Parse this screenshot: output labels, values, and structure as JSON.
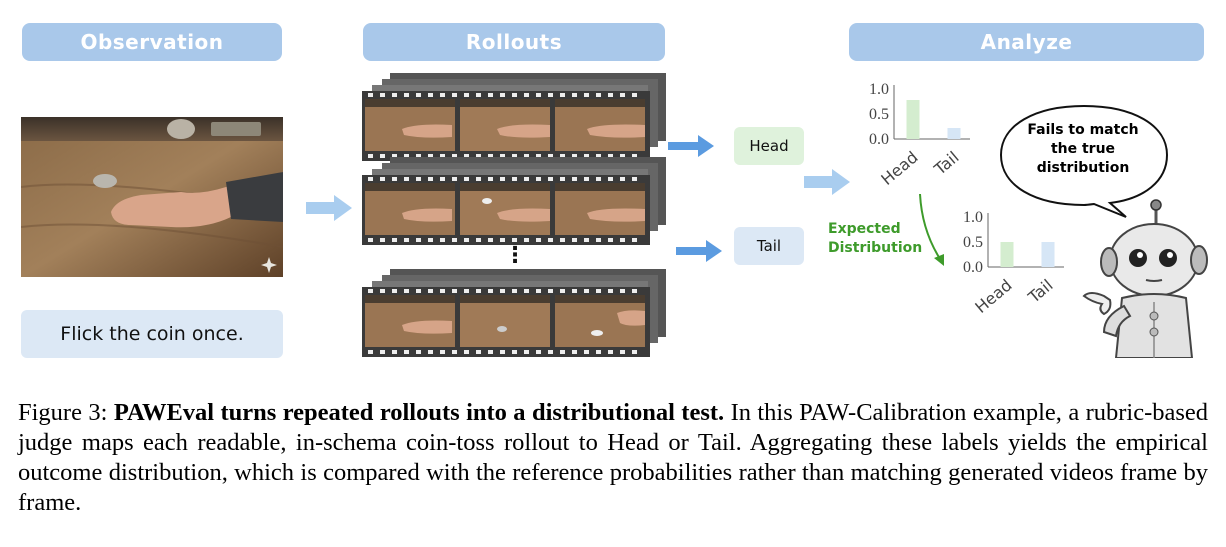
{
  "panels": {
    "observation": "Observation",
    "rollouts": "Rollouts",
    "analyze": "Analyze"
  },
  "prompt_text": "Flick the coin once.",
  "labels": {
    "head": "Head",
    "tail": "Tail",
    "dots": "⋮"
  },
  "expected_label": [
    "Expected",
    "Distribution"
  ],
  "speech_bubble": [
    "Fails to match",
    "the true",
    "distribution"
  ],
  "colors": {
    "pill": "#a9c8ea",
    "head_box": "#dff2dc",
    "tail_box": "#dce8f5",
    "head_bar": "#d4edcf",
    "tail_bar": "#d6e6f6",
    "arrow": "#5b9be0",
    "expected_green": "#3e9b2b"
  },
  "icons": [
    "sparkle-icon",
    "right-arrow-icon",
    "robot-illustration",
    "film-strip-icon"
  ],
  "chart_data": [
    {
      "type": "bar",
      "categories": [
        "Head",
        "Tail"
      ],
      "values": [
        0.78,
        0.22
      ],
      "yticks": [
        "0.0",
        "0.5",
        "1.0"
      ],
      "ylim": [
        0,
        1.0
      ]
    },
    {
      "type": "bar",
      "categories": [
        "Head",
        "Tail"
      ],
      "values": [
        0.5,
        0.5
      ],
      "yticks": [
        "0.0",
        "0.5",
        "1.0"
      ],
      "ylim": [
        0,
        1.0
      ]
    }
  ],
  "caption": {
    "label": "Figure 3:",
    "bold": "PAWEval turns repeated rollouts into a distributional test.",
    "body": "In this PAW-Calibration example, a rubric-based judge maps each readable, in-schema coin-toss rollout to Head or Tail. Aggregating these labels yields the empirical outcome distribution, which is compared with the reference probabilities rather than matching generated videos frame by frame."
  }
}
